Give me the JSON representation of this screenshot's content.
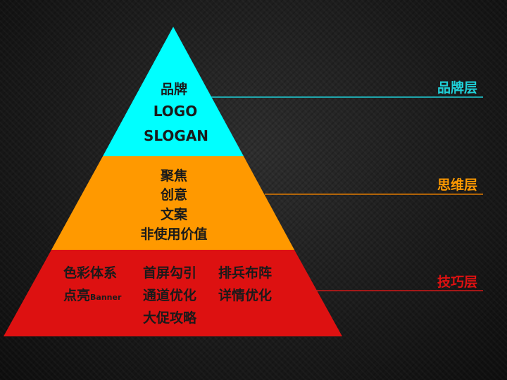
{
  "colors": {
    "brand_tier": "#00ffff",
    "thinking_tier": "#ff9900",
    "skill_tier": "#dd1111",
    "brand_line": "#1fd0d8",
    "thinking_line": "#e07a00",
    "skill_line": "#d01818"
  },
  "pyramid": {
    "top": {
      "lines": [
        "品牌",
        "LOGO",
        "SLOGAN"
      ]
    },
    "middle": {
      "lines": [
        "聚焦",
        "创意",
        "文案",
        "非使用价值"
      ]
    },
    "bottom": {
      "col1": [
        "色彩体系",
        "点亮"
      ],
      "col1_small": "Banner",
      "col2": [
        "首屏勾引",
        "通道优化",
        "大促攻略"
      ],
      "col3": [
        "排兵布阵",
        "详情优化"
      ]
    }
  },
  "labels": {
    "brand": "品牌层",
    "thinking": "思维层",
    "skill": "技巧层"
  }
}
